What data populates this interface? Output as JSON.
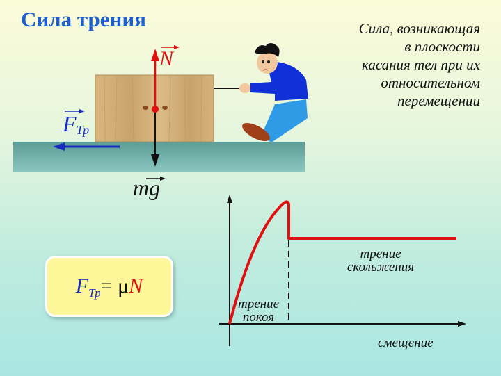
{
  "title": "Сила трения",
  "definition": {
    "lines": [
      "Сила, возникающая",
      "в плоскости",
      "касания тел при их",
      "относительном",
      "перемещении"
    ]
  },
  "scene": {
    "normal_force_label": "N",
    "gravity_label": "mg",
    "friction_label_main": "F",
    "friction_label_sub": "Тр",
    "colors": {
      "normal_force": "#e01010",
      "friction_force": "#1a2cc0",
      "gravity": "#111111",
      "ground": "#6aaca4",
      "box": "#d4b07a"
    }
  },
  "formula": {
    "lhs_main": "F",
    "lhs_sub": "Тр",
    "equals": "=",
    "coefficient": "μ",
    "rhs": "N"
  },
  "graph": {
    "static_label_line1": "трение",
    "static_label_line2": "покоя",
    "sliding_label_line1": "трение",
    "sliding_label_line2": "скольжения",
    "x_axis_label": "смещение"
  },
  "chart_data": {
    "type": "line",
    "title": "",
    "xlabel": "смещение",
    "ylabel": "",
    "series": [
      {
        "name": "Сила трения",
        "color": "#e01010",
        "points": [
          [
            0,
            0
          ],
          [
            0.1,
            0.45
          ],
          [
            0.2,
            0.75
          ],
          [
            0.3,
            0.93
          ],
          [
            0.36,
            1.0
          ],
          [
            0.36,
            0.77
          ],
          [
            1.0,
            0.77
          ]
        ]
      }
    ],
    "annotations": [
      {
        "text": "трение покоя",
        "region": "x 0–0.36"
      },
      {
        "text": "трение скольжения",
        "region": "x 0.36–1.0"
      }
    ],
    "grid": false,
    "legend": "none"
  }
}
